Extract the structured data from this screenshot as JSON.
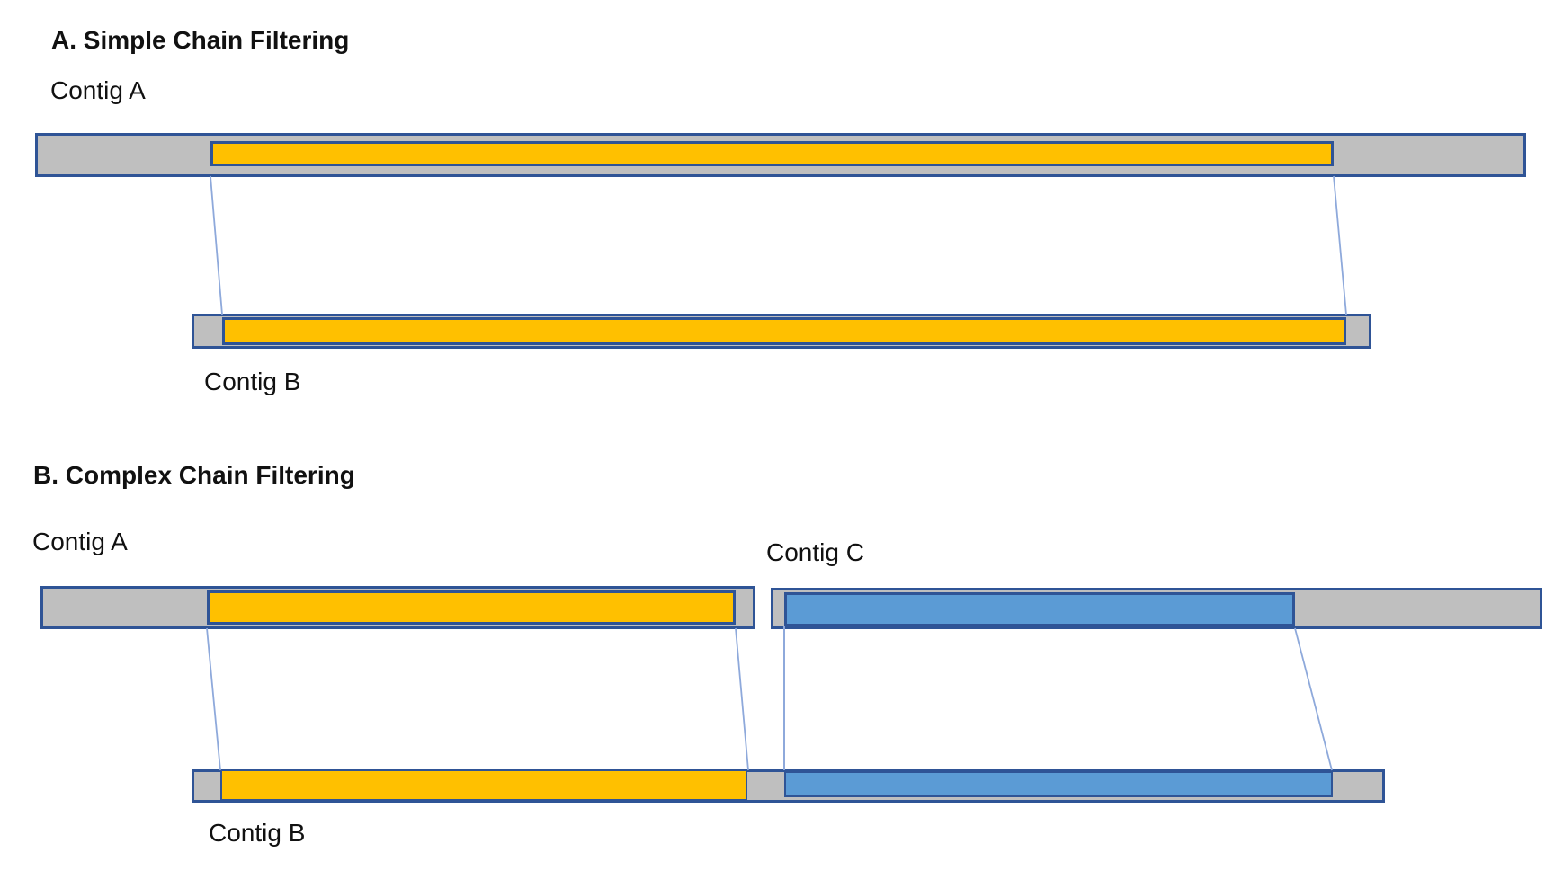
{
  "colors": {
    "bar_fill": "#bfbfbf",
    "bar_border": "#2f5496",
    "match_yellow": "#ffc000",
    "match_blue": "#5b9bd5",
    "connector": "#8ea9db",
    "text": "#111111",
    "background": "#ffffff"
  },
  "panel_a": {
    "title": "A. Simple Chain Filtering",
    "contig_a_label": "Contig A",
    "contig_b_label": "Contig B"
  },
  "panel_b": {
    "title": "B. Complex Chain Filtering",
    "contig_a_label": "Contig A",
    "contig_b_label": "Contig B",
    "contig_c_label": "Contig C"
  }
}
